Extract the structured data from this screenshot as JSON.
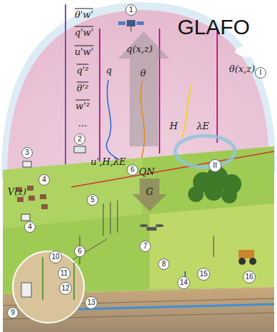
{
  "diagram": {
    "title": "GLAFO",
    "labels": [
      "θ'w'",
      "q'w'",
      "u'w'",
      "q'²",
      "θ'²",
      "w'²",
      "...",
      "1",
      "V(z)",
      "q(x,z)",
      "q",
      "θ",
      "θ(x,z)",
      "I",
      "H",
      "λE",
      "2",
      "3",
      "u',H,λE",
      "6",
      "QN",
      "4",
      "G",
      "5",
      "II",
      "4",
      "6",
      "7",
      "8",
      "15",
      "10",
      "11",
      "14",
      "16",
      "12",
      "9",
      "13"
    ]
  }
}
